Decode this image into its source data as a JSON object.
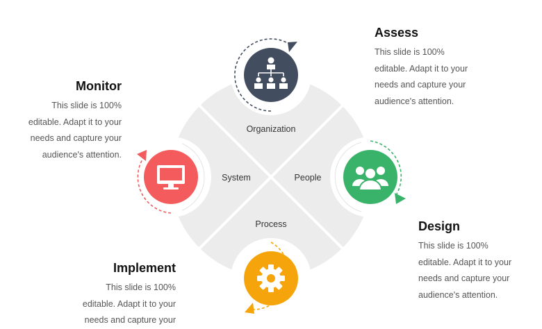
{
  "colors": {
    "assess": "#434d60",
    "design": "#3ab36a",
    "implement": "#f5a50b",
    "monitor": "#f45b5c",
    "disc": "#ececec",
    "divider": "#ffffff"
  },
  "segments": {
    "organization": "Organization",
    "people": "People",
    "process": "Process",
    "system": "System"
  },
  "blocks": {
    "assess": {
      "title": "Assess",
      "lines": [
        "This slide is 100%",
        "editable. Adapt it to your",
        "needs and capture your",
        "audience's attention."
      ]
    },
    "monitor": {
      "title": "Monitor",
      "lines": [
        "This slide is 100%",
        "editable. Adapt it to your",
        "needs and capture your",
        "audience's attention."
      ]
    },
    "design": {
      "title": "Design",
      "lines": [
        "This slide is 100%",
        "editable. Adapt it to your",
        "needs and capture your",
        "audience's attention."
      ]
    },
    "implement": {
      "title": "Implement",
      "lines": [
        "This slide is 100%",
        "editable. Adapt it to your",
        "needs and capture your"
      ]
    }
  },
  "icons": {
    "assess": "org-chart-icon",
    "design": "people-group-icon",
    "implement": "gear-icon",
    "monitor": "monitor-icon"
  }
}
